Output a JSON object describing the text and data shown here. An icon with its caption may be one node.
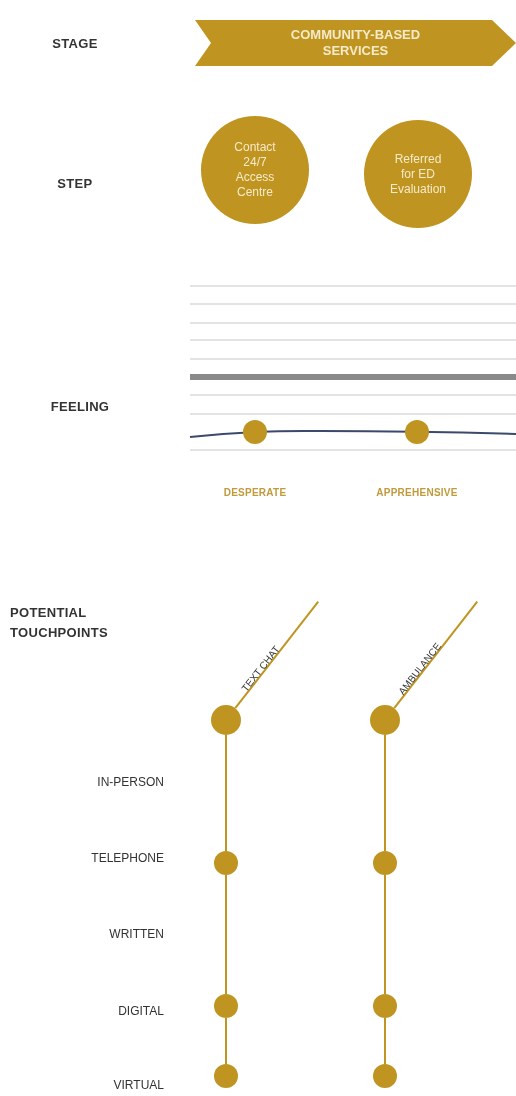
{
  "diagram": {
    "nodes": [
      {
        "text": [
          "COMMUNITY-BASED SERVICES"
        ]
      },
      {
        "text": [
          "Contact 24/7 Access Centre"
        ]
      },
      {
        "text": [
          "Referred for ED Evaluation"
        ]
      },
      {
        "text": [],
        "shape": "circle",
        "beside": [
          "TEXT CHAT"
        ]
      },
      {
        "text": [],
        "shape": "circle"
      },
      {
        "text": [],
        "shape": "circle"
      },
      {
        "text": [],
        "shape": "circle"
      },
      {
        "text": [],
        "shape": "circle",
        "beside": [
          "AMBULANCE"
        ]
      },
      {
        "text": [],
        "shape": "circle"
      },
      {
        "text": [],
        "shape": "circle"
      },
      {
        "text": [],
        "shape": "circle"
      }
    ],
    "edges": [
      {
        "from": 3,
        "to": null,
        "arrow": "none"
      },
      {
        "from": 3,
        "to": 4,
        "arrow": "none"
      },
      {
        "from": 4,
        "to": 5,
        "arrow": "none"
      },
      {
        "from": 5,
        "to": 6,
        "arrow": "none"
      },
      {
        "from": 7,
        "to": null,
        "arrow": "none"
      },
      {
        "from": 7,
        "to": 8,
        "arrow": "none"
      },
      {
        "from": 8,
        "to": 9,
        "arrow": "none"
      },
      {
        "from": 9,
        "to": 10,
        "arrow": "none"
      }
    ],
    "labels": [
      "STAGE",
      "STEP",
      "FEELING",
      "DESPERATE",
      "APPREHENSIVE",
      "POTENTIAL TOUCHPOINTS",
      "IN-PERSON",
      "TELEPHONE",
      "WRITTEN",
      "DIGITAL",
      "VIRTUAL"
    ]
  }
}
